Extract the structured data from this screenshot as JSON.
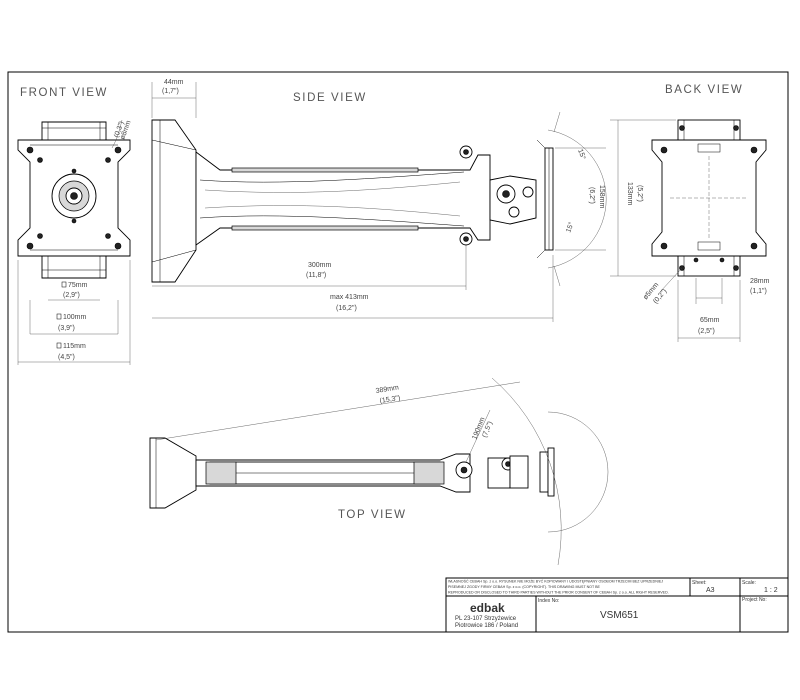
{
  "views": {
    "front": "FRONT VIEW",
    "side": "SIDE VIEW",
    "back": "BACK VIEW",
    "top": "TOP VIEW"
  },
  "front_dims": {
    "d_a": "75mm",
    "d_a_in": "(2,9\")",
    "d_b": "100mm",
    "d_b_in": "(3,9\")",
    "d_c": "115mm",
    "d_c_in": "(4,5\")",
    "hole_a": "ø8mm",
    "hole_b": "(0,3\")"
  },
  "side_dims": {
    "w": "44mm",
    "w_in": "(1,7\")",
    "arm": "300mm",
    "arm_in": "(11,8\")",
    "max": "max 413mm",
    "max_in": "(16,2\")",
    "h": "158mm",
    "h_in": "(6,2\")",
    "tilt_up": "15°",
    "tilt_down": "15°"
  },
  "back_dims": {
    "h": "133mm",
    "h_in": "(5,2\")",
    "w1": "28mm",
    "w1_in": "(1,1\")",
    "w2": "65mm",
    "w2_in": "(2,5\")",
    "hole": "ø5mm",
    "hole_in": "(0,2\")"
  },
  "top_dims": {
    "reach": "389mm",
    "reach_in": "(15,3\")",
    "inner": "190mm",
    "inner_in": "(7,5\")"
  },
  "title_block": {
    "notice_1": "WŁASNOŚĆ CEBAH Sp. z o.o. RYSUNEK NIE MOŻE BYĆ KOPIOWANY I UDOSTĘPNIANY OSOBOM TRZECIM BEZ UPRZEDNIEJ",
    "notice_2": "PISEMNEJ ZGODY FIRMY CEBAH Sp. z o.o. (COPYRIGHT). THIS DRAWING MUST NOT BE",
    "notice_3": "REPRODUCED OR DISCLOSED TO THIRD PARTIES WITHOUT THE PRIOR CONSENT OF CEBAH Sp. z o.o. ALL RIGHT RESERVED.",
    "sheet_label": "Sheet:",
    "sheet_value": "A3",
    "scale_label": "Scale:",
    "scale_value": "1 : 2",
    "logo": "edbak",
    "address_1": "PL 23-107 Strzyżewice",
    "address_2": "Piotrowice 186 / Poland",
    "index_label": "Index No:",
    "index_value": "VSM651",
    "project_label": "Project No:"
  }
}
